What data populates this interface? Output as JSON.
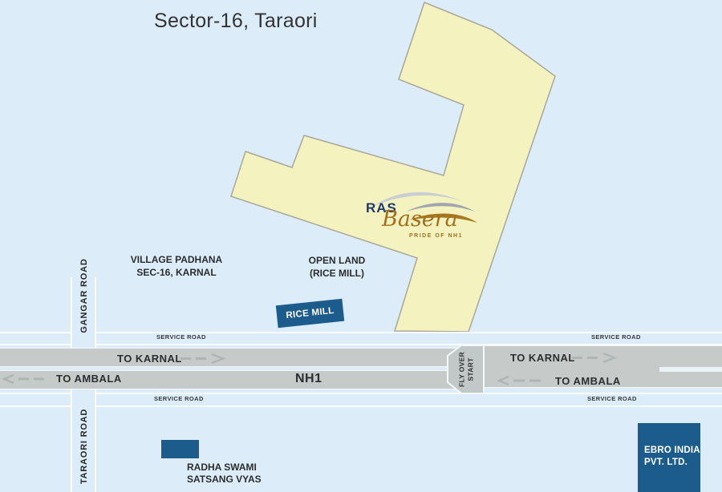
{
  "title": "Sector-16, Taraori",
  "logo": {
    "brand": "RAS",
    "name": "Basera",
    "tagline": "PRIDE OF NH1"
  },
  "areas": {
    "village_line1": "VILLAGE PADHANA",
    "village_line2": "SEC-16, KARNAL",
    "open_land_line1": "OPEN LAND",
    "open_land_line2": "(RICE MILL)",
    "rice_mill": "RICE MILL",
    "radha_line1": "RADHA SWAMI",
    "radha_line2": "SATSANG VYAS",
    "ebro_line1": "EBRO INDIA",
    "ebro_line2": "PVT. LTD."
  },
  "roads": {
    "gangar": "GANGAR ROAD",
    "taraori": "TARAORI ROAD",
    "nh1": "NH1",
    "service_road": "SERVICE ROAD",
    "to_karnal": "TO KARNAL",
    "to_ambala": "TO AMBALA",
    "flyover_line1": "FLY OVER",
    "flyover_line2": "START"
  },
  "colors": {
    "background": "#dcedf9",
    "land_fill": "#f4f2be",
    "land_stroke": "#a9a899",
    "road_band": "#c6cbca",
    "marker_blue": "#1b5c8d",
    "logo_navy": "#1d3b6d",
    "logo_gold": "#a2701d"
  }
}
